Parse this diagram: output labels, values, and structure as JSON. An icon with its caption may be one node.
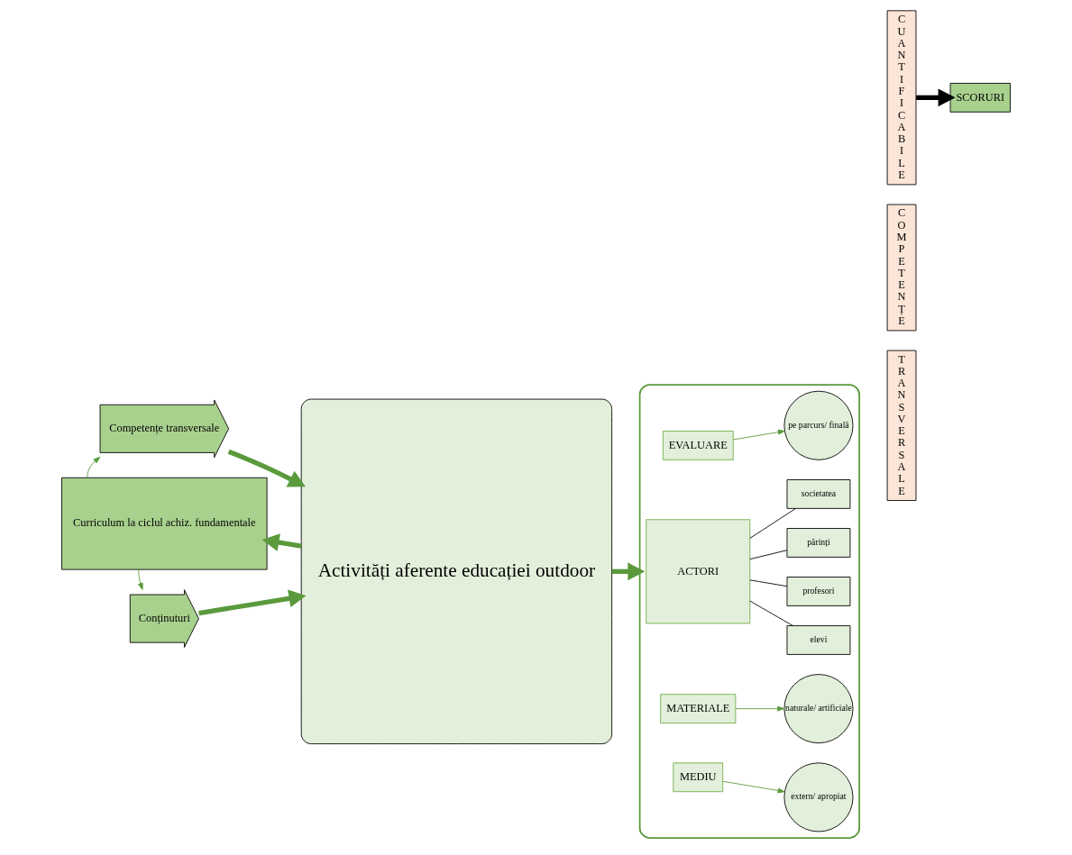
{
  "diagram": {
    "nodes": [
      {
        "text": [
          "Competențe transversale"
        ]
      },
      {
        "text": [
          "Curriculum la ciclul achiz. fundamentale"
        ]
      },
      {
        "text": [
          "Conținuturi"
        ]
      },
      {
        "text": [
          "Activități aferente educației outdoor"
        ]
      },
      {
        "text": [],
        "shape": "bracket"
      },
      {
        "text": [
          "MEDIU"
        ],
        "in": 4
      },
      {
        "text": [
          "extern/ apropiat"
        ],
        "in": 4
      },
      {
        "text": [
          "MATERIALE"
        ],
        "in": 4
      },
      {
        "text": [
          "naturale/ artificiale"
        ],
        "in": 4
      },
      {
        "text": [
          "ACTORI"
        ],
        "in": 4
      },
      {
        "text": [
          "elevi"
        ],
        "in": 4
      },
      {
        "text": [
          "profesori"
        ],
        "in": 4
      },
      {
        "text": [
          "părinți"
        ],
        "in": 4
      },
      {
        "text": [
          "societatea"
        ],
        "in": 4
      },
      {
        "text": [
          "EVALUARE"
        ],
        "in": 4
      },
      {
        "text": [
          "pe parcurs/ finală"
        ],
        "in": 4
      },
      {
        "text": [
          "COMPETENȚE"
        ]
      },
      {
        "text": [
          "TRANSVERSALE"
        ]
      },
      {
        "text": [
          "CUANTIFICABILE"
        ]
      },
      {
        "text": [
          "SCORURI"
        ]
      }
    ],
    "edges": [
      {
        "from": 1,
        "to": 0,
        "arrow": "to"
      },
      {
        "from": 1,
        "to": 2,
        "arrow": "to"
      },
      {
        "from": 0,
        "to": 3,
        "arrow": "to",
        "style": "thick"
      },
      {
        "from": 2,
        "to": 3,
        "arrow": "to",
        "style": "thick"
      },
      {
        "from": 3,
        "to": 1,
        "arrow": "to",
        "style": "thick"
      },
      {
        "from": 3,
        "to": 4,
        "arrow": "to",
        "style": "thick"
      },
      {
        "from": 5,
        "to": 6,
        "arrow": "to"
      },
      {
        "from": 7,
        "to": 8,
        "arrow": "to"
      },
      {
        "from": 9,
        "to": 10,
        "arrow": "none",
        "color": "#000000"
      },
      {
        "from": 9,
        "to": 11,
        "arrow": "none",
        "color": "#000000"
      },
      {
        "from": 9,
        "to": 12,
        "arrow": "none",
        "color": "#000000"
      },
      {
        "from": 9,
        "to": 13,
        "arrow": "none",
        "color": "#000000"
      },
      {
        "from": 14,
        "to": 15,
        "arrow": "to"
      },
      {
        "from": 18,
        "to": 19,
        "arrow": "to",
        "style": "thick",
        "color": "#000000"
      }
    ]
  }
}
